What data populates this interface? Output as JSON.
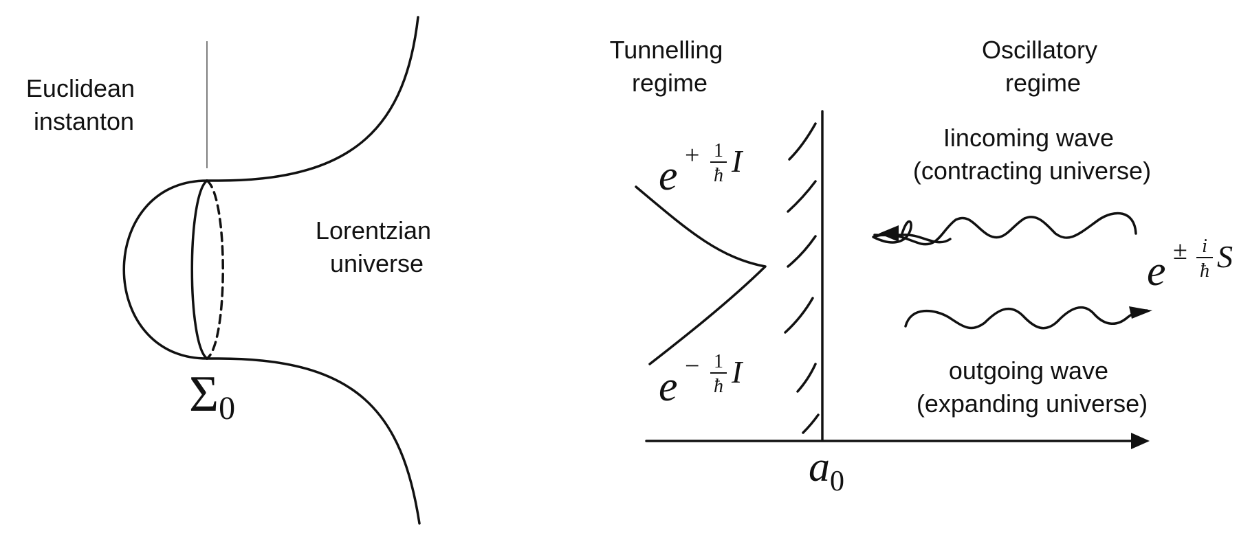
{
  "left_diagram": {
    "euclidean_label": [
      "Euclidean",
      "instanton"
    ],
    "lorentzian_label": [
      "Lorentzian",
      "universe"
    ],
    "sigma_symbol": "Σ",
    "sigma_subscript": "0"
  },
  "right_diagram": {
    "tunnelling_label": [
      "Tunnelling",
      "regime"
    ],
    "oscillatory_label": [
      "Oscillatory",
      "regime"
    ],
    "incoming_label": [
      "Iincoming wave",
      "(contracting universe)"
    ],
    "outgoing_label": [
      "outgoing wave",
      "(expanding universe)"
    ],
    "exp_plus": {
      "base": "e",
      "sign": "+",
      "num": "1",
      "den": "ħ",
      "var": "I"
    },
    "exp_minus": {
      "base": "e",
      "sign": "−",
      "num": "1",
      "den": "ħ",
      "var": "I"
    },
    "exp_osc": {
      "base": "e",
      "sign": "±",
      "num": "i",
      "den": "ħ",
      "var": "S"
    },
    "axis_label": {
      "base": "a",
      "sub": "0"
    }
  },
  "colors": {
    "ink": "#111111",
    "background": "#ffffff"
  }
}
